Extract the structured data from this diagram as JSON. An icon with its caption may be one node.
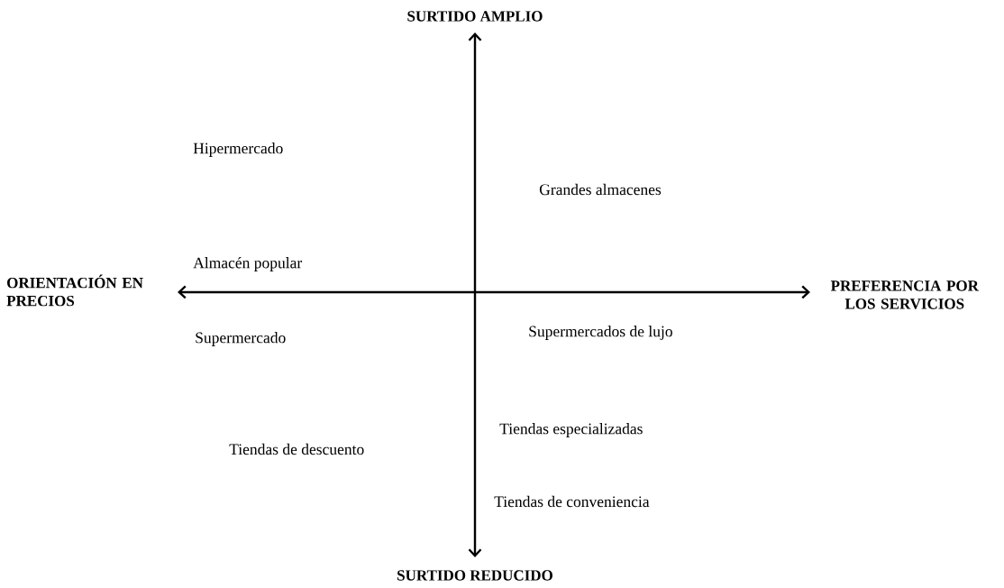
{
  "diagram": {
    "labels": [
      "SURTIDO AMPLIO",
      "Hipermercado",
      "Grandes almacenes",
      "Almacén popular",
      "ORIENTACIÓN EN PRECIOS",
      "PREFERENCIA POR LOS SERVICIOS",
      "Supermercados de lujo",
      "Supermercado",
      "Tiendas especializadas",
      "Tiendas de descuento",
      "Tiendas de conveniencia",
      "SURTIDO REDUCIDO"
    ]
  }
}
